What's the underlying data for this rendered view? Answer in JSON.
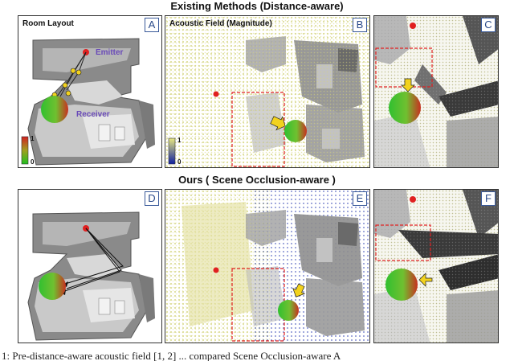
{
  "titles": {
    "top": "Existing Methods (Distance-aware)",
    "bottom": "Ours ( Scene Occlusion-aware )"
  },
  "panels": {
    "A": {
      "letter": "A",
      "title": "Room Layout",
      "emitter": "Emitter",
      "receiver": "Receiver",
      "cb_min": "0",
      "cb_max": "1"
    },
    "B": {
      "letter": "B",
      "title": "Acoustic Field (Magnitude)",
      "cb_min": "0",
      "cb_max": "1"
    },
    "C": {
      "letter": "C"
    },
    "D": {
      "letter": "D"
    },
    "E": {
      "letter": "E"
    },
    "F": {
      "letter": "F"
    }
  },
  "caption": "1: Pre-distance-aware acoustic field [1, 2] ... compared Scene Occlusion-aware A",
  "colors": {
    "emitter": "#e02020",
    "highlight": "#e02020",
    "arrow": "#f2d21e",
    "field_yellow": "#d8d870",
    "field_blue": "#3040b0",
    "panel_border": "#3a5a9a"
  },
  "icons": [
    "emitter-dot-icon",
    "receiver-sphere-icon",
    "occlusion-cross-icon",
    "pointer-arrow-icon"
  ]
}
